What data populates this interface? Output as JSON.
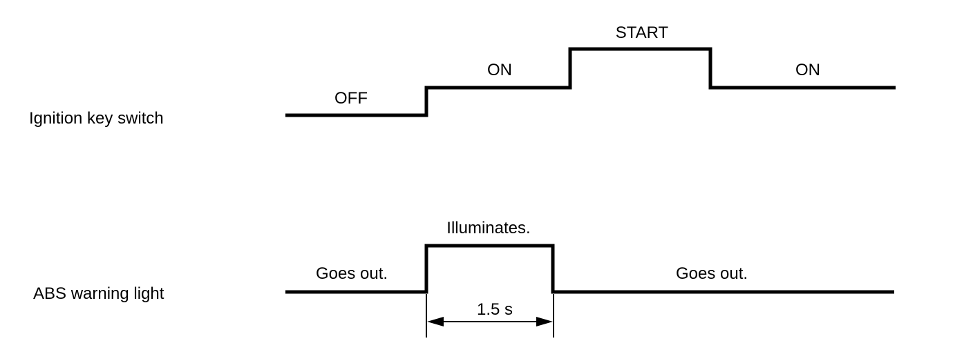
{
  "rows": {
    "ignition": {
      "label": "Ignition key switch",
      "states": [
        "OFF",
        "ON",
        "START",
        "ON"
      ]
    },
    "abs": {
      "label": "ABS warning light",
      "states": [
        "Goes out.",
        "Illuminates.",
        "Goes out."
      ]
    }
  },
  "duration_label": "1.5 s",
  "colors": {
    "line": "#000000",
    "background": "#ffffff"
  }
}
